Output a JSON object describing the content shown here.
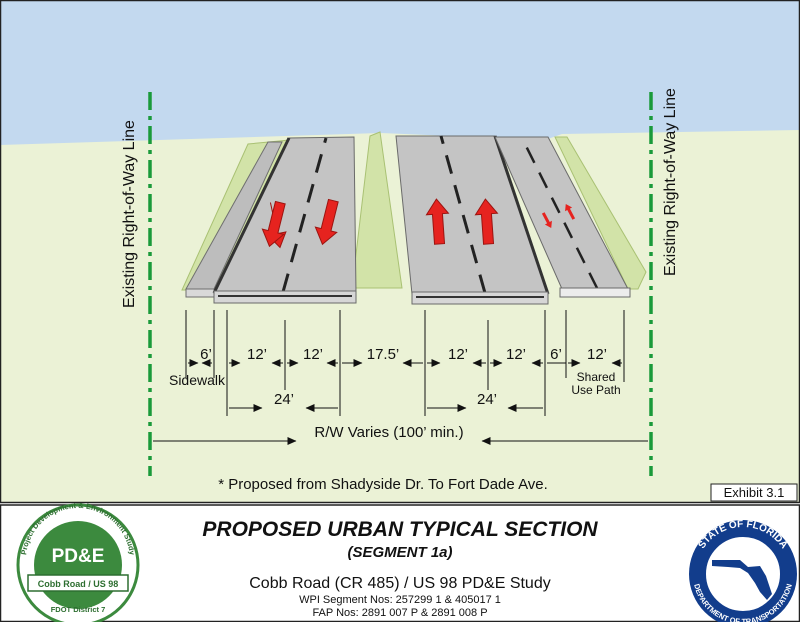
{
  "diagram": {
    "rw_line_left": "Existing Right-of-Way Line",
    "rw_line_right": "Existing Right-of-Way Line",
    "dimensions": {
      "sidewalk_width": "6’",
      "lane_1": "12’",
      "lane_2": "12’",
      "median": "17.5’",
      "lane_3": "12’",
      "lane_4": "12’",
      "buffer": "6’",
      "path_width": "12’",
      "left_roadway": "24’",
      "right_roadway": "24’",
      "total_rw": "R/W Varies (100’ min.)"
    },
    "labels": {
      "sidewalk": "Sidewalk",
      "shared_use_path_1": "Shared",
      "shared_use_path_2": "Use Path"
    },
    "note": "* Proposed from Shadyside Dr. To Fort Dade Ave.",
    "exhibit": "Exhibit 3.1"
  },
  "title_block": {
    "title": "PROPOSED URBAN TYPICAL SECTION",
    "subtitle": "(SEGMENT 1a)",
    "study": "Cobb Road (CR 485) / US 98 PD&E Study",
    "wpi": "WPI Segment Nos: 257299 1 & 405017 1",
    "fap": "FAP Nos: 2891 007 P & 2891 008 P"
  },
  "pde_logo": {
    "top_text": "Project Development & Environment Study",
    "center": "PD&E",
    "banner": "Cobb Road / US 98",
    "bottom": "FDOT District 7"
  },
  "fdot_seal": {
    "top": "STATE OF FLORIDA",
    "bottom": "DEPARTMENT OF TRANSPORTATION"
  },
  "colors": {
    "sky": "#c3d9ef",
    "grass": "#ebf2d6",
    "slope": "#d2e3a8",
    "pavement": "#c4c4c4",
    "rw_line": "#1a9a3a",
    "arrow": "#e6231f",
    "logo_green": "#3c8a3e"
  }
}
